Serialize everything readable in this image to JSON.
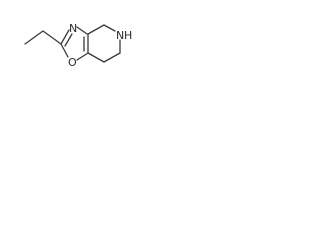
{
  "structure": {
    "atoms": [
      {
        "id": "n3",
        "symbol": "N"
      },
      {
        "id": "o1",
        "symbol": "O"
      },
      {
        "id": "nh5",
        "symbol": "N",
        "hydrogens": "H"
      }
    ],
    "double_bonds": [
      "C2=N3",
      "C3a=C7a"
    ]
  }
}
